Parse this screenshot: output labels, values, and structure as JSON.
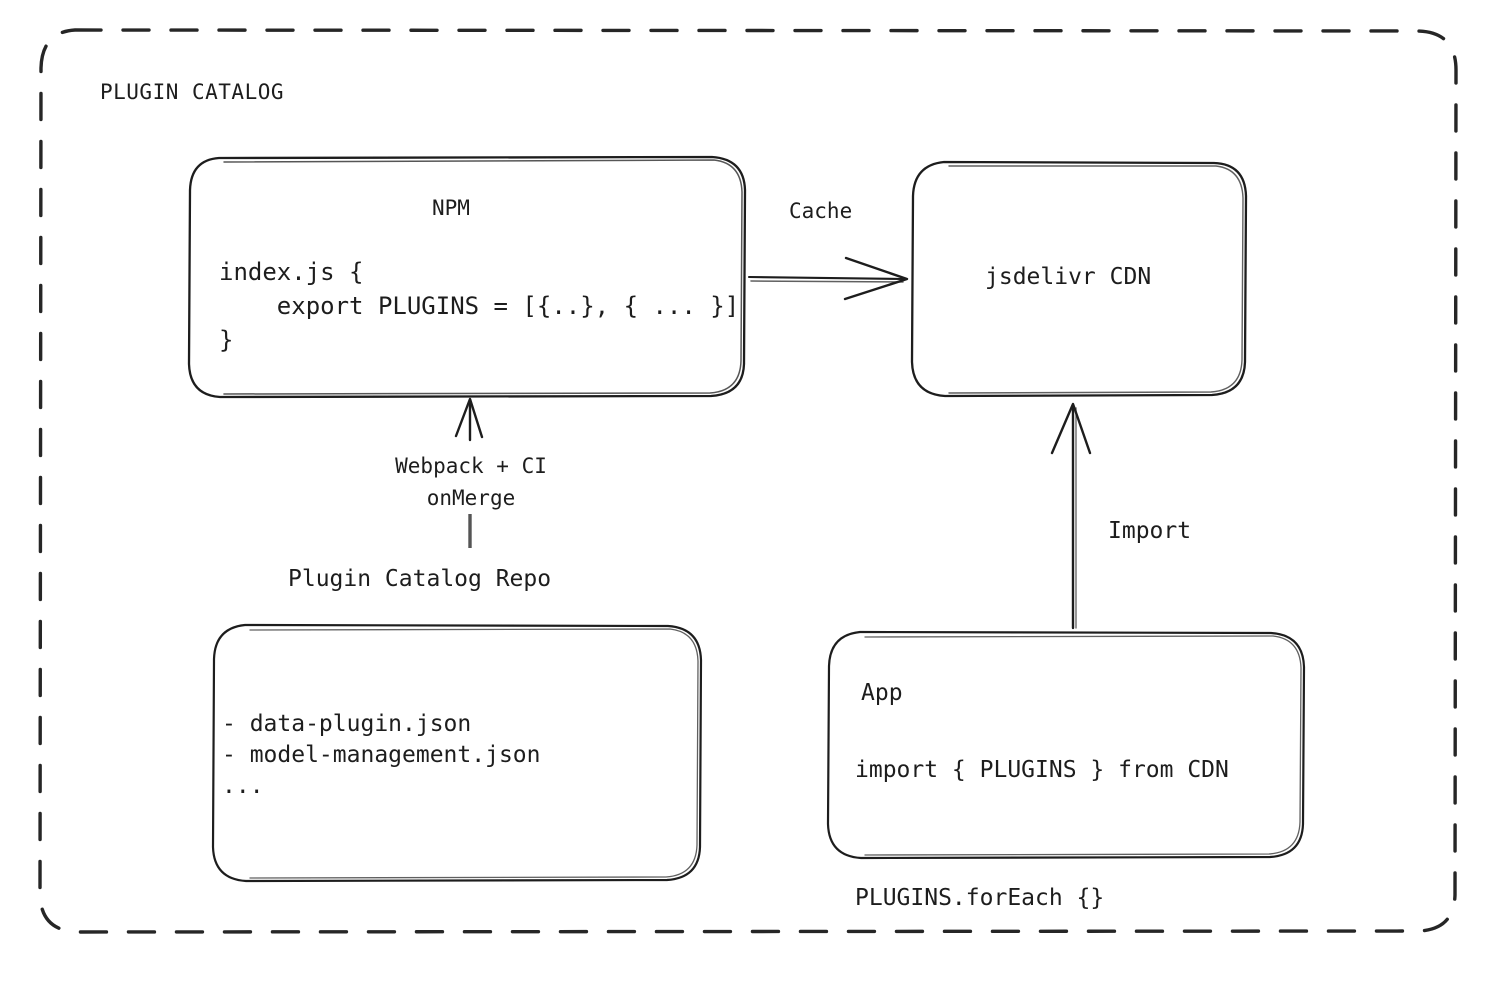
{
  "container": {
    "title": "PLUGIN CATALOG",
    "border_style": "dashed",
    "border_color": "#262626"
  },
  "theme": {
    "background": "#ffffff",
    "stroke": "#1d1d1d",
    "text": "#1d1d1d"
  },
  "nodes": {
    "npm": {
      "title": "NPM",
      "code": "index.js {\n    export PLUGINS = [{..}, { ... }]\n}"
    },
    "cdn": {
      "title": "jsdelivr CDN"
    },
    "repo": {
      "label": "Plugin Catalog Repo",
      "code": "- data-plugin.json\n- model-management.json\n..."
    },
    "app": {
      "title": "App",
      "code": "import { PLUGINS } from CDN\n\nPLUGINS.forEach {}"
    }
  },
  "edges": {
    "cache": {
      "label": "Cache",
      "from": "npm",
      "to": "cdn",
      "direction": "right"
    },
    "build": {
      "label": "Webpack + CI\nonMerge",
      "from": "repo",
      "to": "npm",
      "direction": "up"
    },
    "import": {
      "label": "Import",
      "from": "app",
      "to": "cdn",
      "direction": "up"
    }
  }
}
